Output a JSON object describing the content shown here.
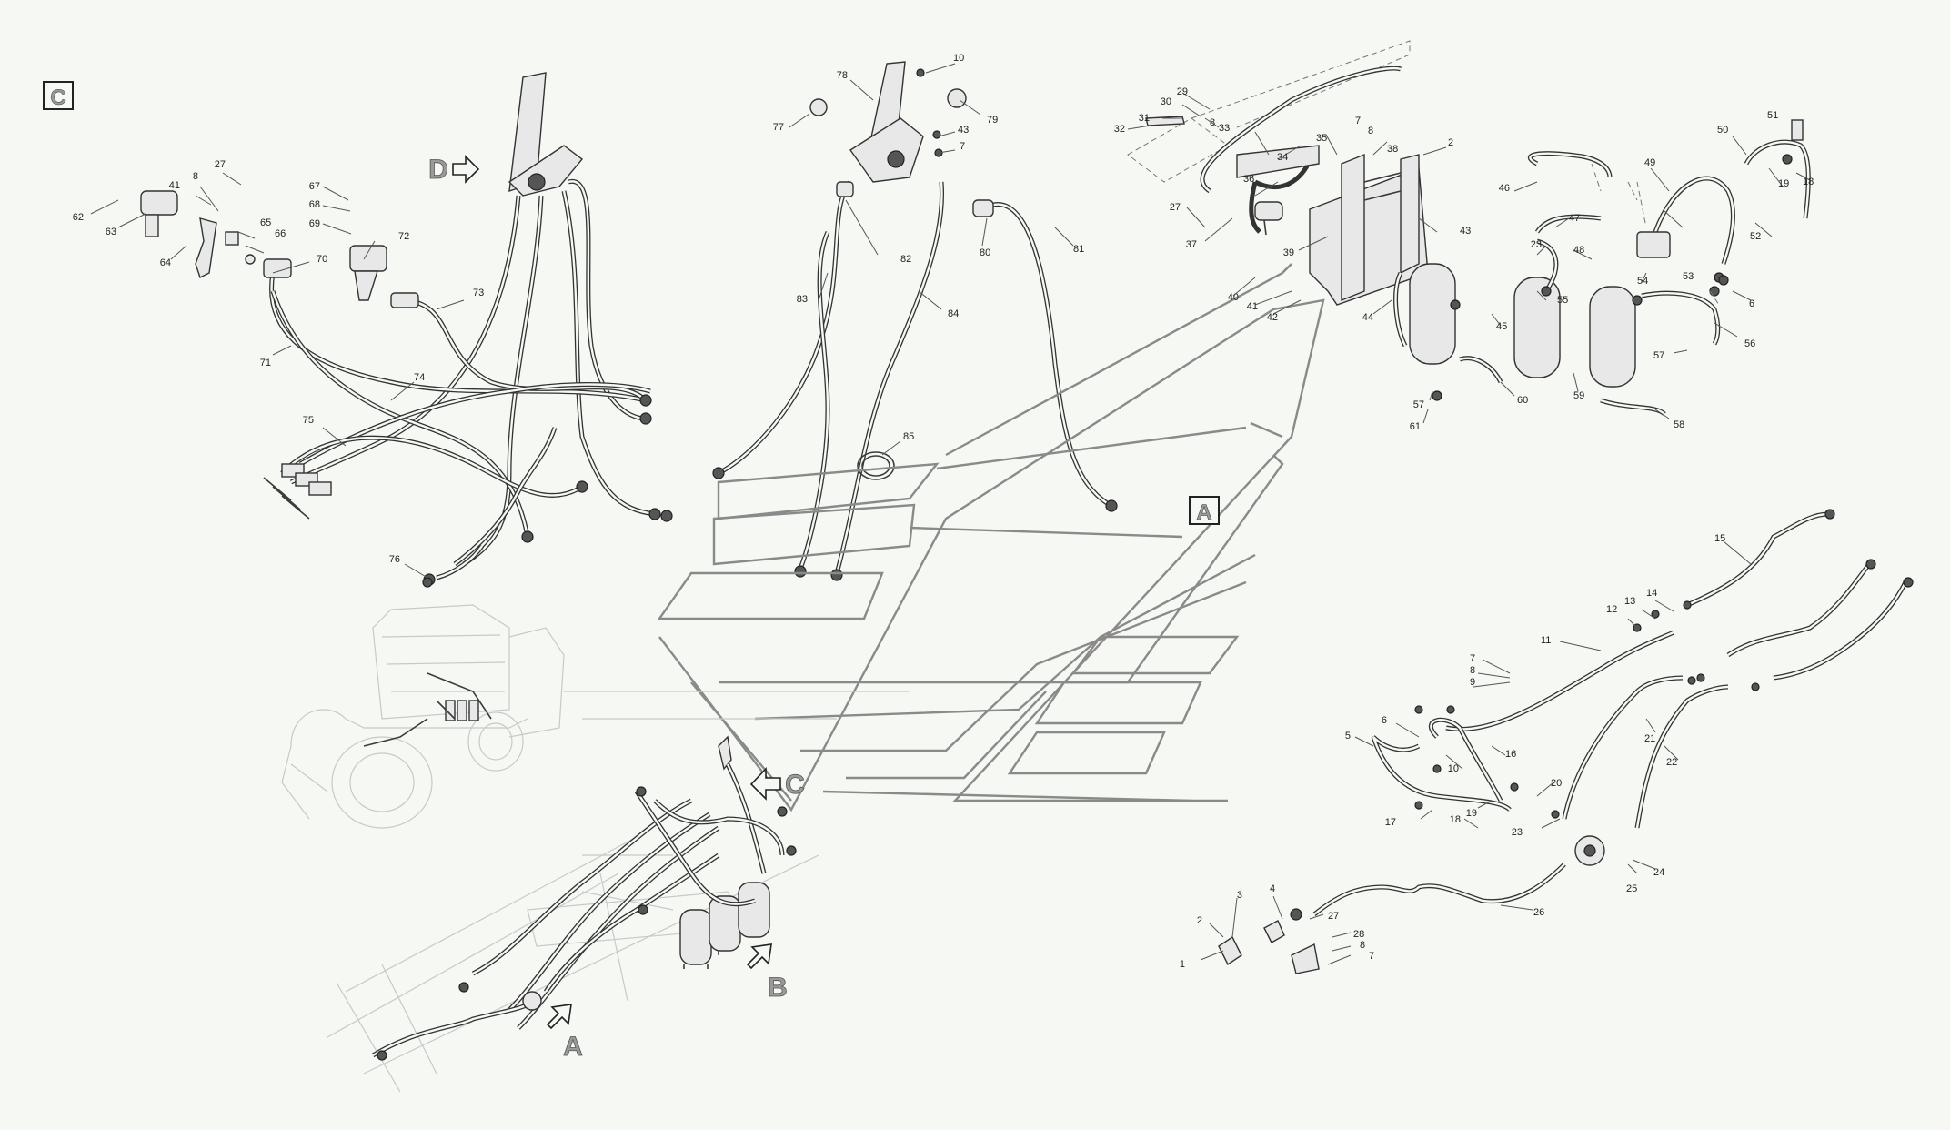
{
  "markers": {
    "c_box": "C",
    "a_box": "A",
    "d_arrow": "D",
    "c_arrow": "C",
    "b_arrow": "B",
    "a_arrow": "A"
  },
  "callouts": {
    "c62": "62",
    "c63": "63",
    "c64": "64",
    "c41": "41",
    "c8a": "8",
    "c27a": "27",
    "c65": "65",
    "c66": "66",
    "c67": "67",
    "c68": "68",
    "c69": "69",
    "c72": "72",
    "c70": "70",
    "c71": "71",
    "c73": "73",
    "c74": "74",
    "c75": "75",
    "c76": "76",
    "c10a": "10",
    "c78": "78",
    "c77": "77",
    "c79": "79",
    "c43a": "43",
    "c7a": "7",
    "c82": "82",
    "c83": "83",
    "c84": "84",
    "c80": "80",
    "c81": "81",
    "c85": "85",
    "c29": "29",
    "c30": "30",
    "c31": "31",
    "c8b": "8",
    "c32": "32",
    "c33": "33",
    "c34": "34",
    "c35": "35",
    "c7b": "7",
    "c8c": "8",
    "c38": "38",
    "c2a": "2",
    "c36": "36",
    "c27b": "27",
    "c37": "37",
    "c39": "39",
    "c43b": "43",
    "c40": "40",
    "c41b": "41",
    "c42": "42",
    "c44": "44",
    "c45": "45",
    "c46": "46",
    "c47": "47",
    "c23a": "23",
    "c48": "48",
    "c55": "55",
    "c49": "49",
    "c50": "50",
    "c51": "51",
    "c19a": "19",
    "c18a": "18",
    "c52": "52",
    "c53": "53",
    "c54": "54",
    "c6a": "6",
    "c56": "56",
    "c57a": "57",
    "c57b": "57",
    "c61": "61",
    "c60": "60",
    "c59": "59",
    "c58": "58",
    "c15": "15",
    "c14": "14",
    "c13": "13",
    "c12": "12",
    "c11": "11",
    "c7c": "7",
    "c8d": "8",
    "c9": "9",
    "c6b": "6",
    "c5": "5",
    "c10b": "10",
    "c16": "16",
    "c19b": "19",
    "c21": "21",
    "c22": "22",
    "c20": "20",
    "c17": "17",
    "c18b": "18",
    "c23b": "23",
    "c24": "24",
    "c25": "25",
    "c26": "26",
    "c3": "3",
    "c4": "4",
    "c2b": "2",
    "c27c": "27",
    "c28": "28",
    "c8e": "8",
    "c7d": "7",
    "c1": "1"
  }
}
